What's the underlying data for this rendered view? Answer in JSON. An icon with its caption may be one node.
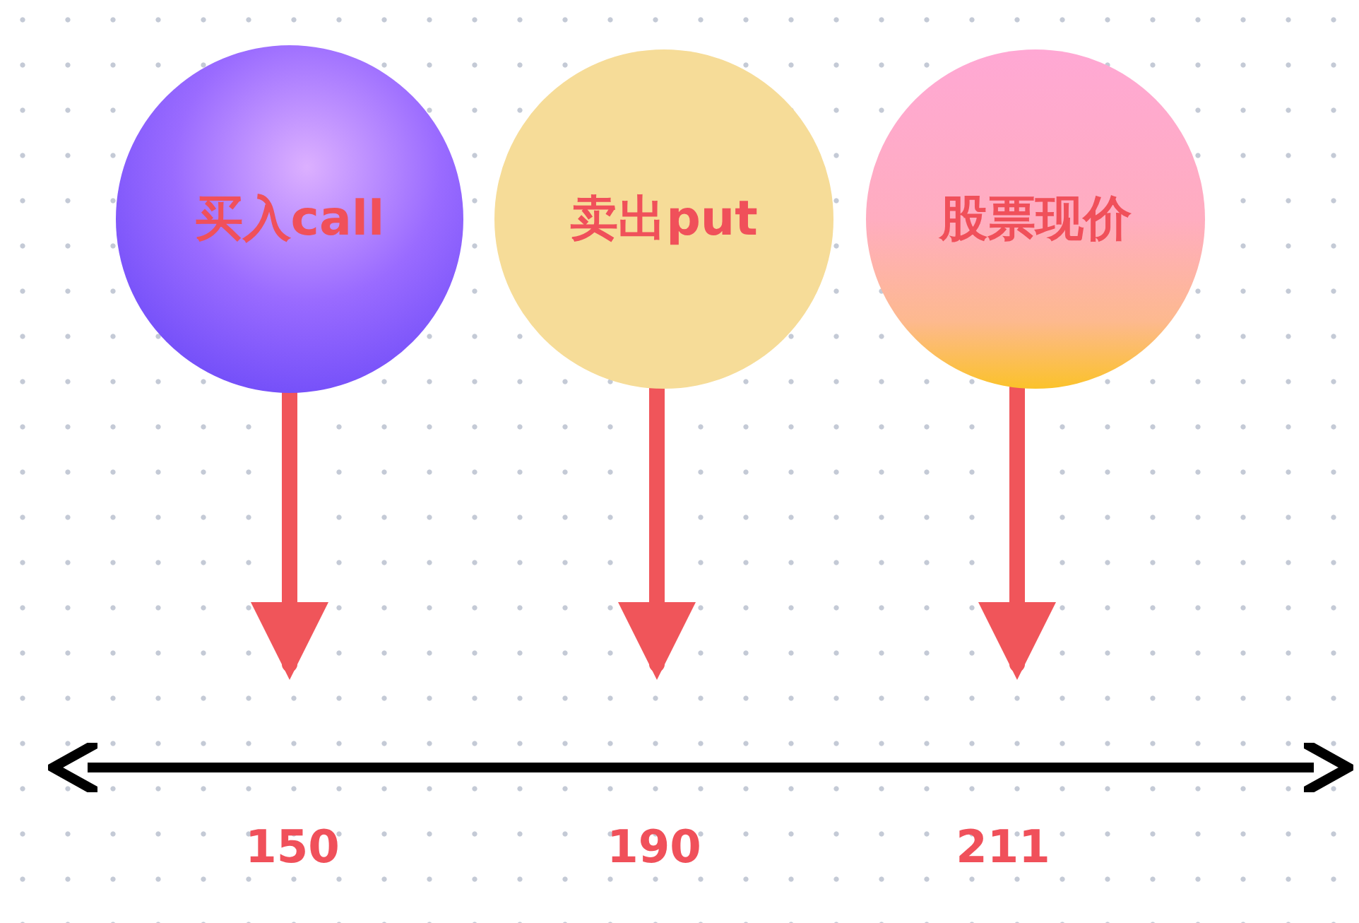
{
  "diagram": {
    "nodes": [
      {
        "text": [
          "买入call"
        ]
      },
      {
        "text": [
          "卖出put"
        ]
      },
      {
        "text": [
          "股票现价"
        ]
      }
    ],
    "edges": [
      {
        "from": 0,
        "to": null,
        "arrow": "to"
      },
      {
        "from": 1,
        "to": null,
        "arrow": "to"
      },
      {
        "from": 2,
        "to": null,
        "arrow": "to"
      }
    ],
    "labels": [
      "150",
      "190",
      "211"
    ]
  }
}
